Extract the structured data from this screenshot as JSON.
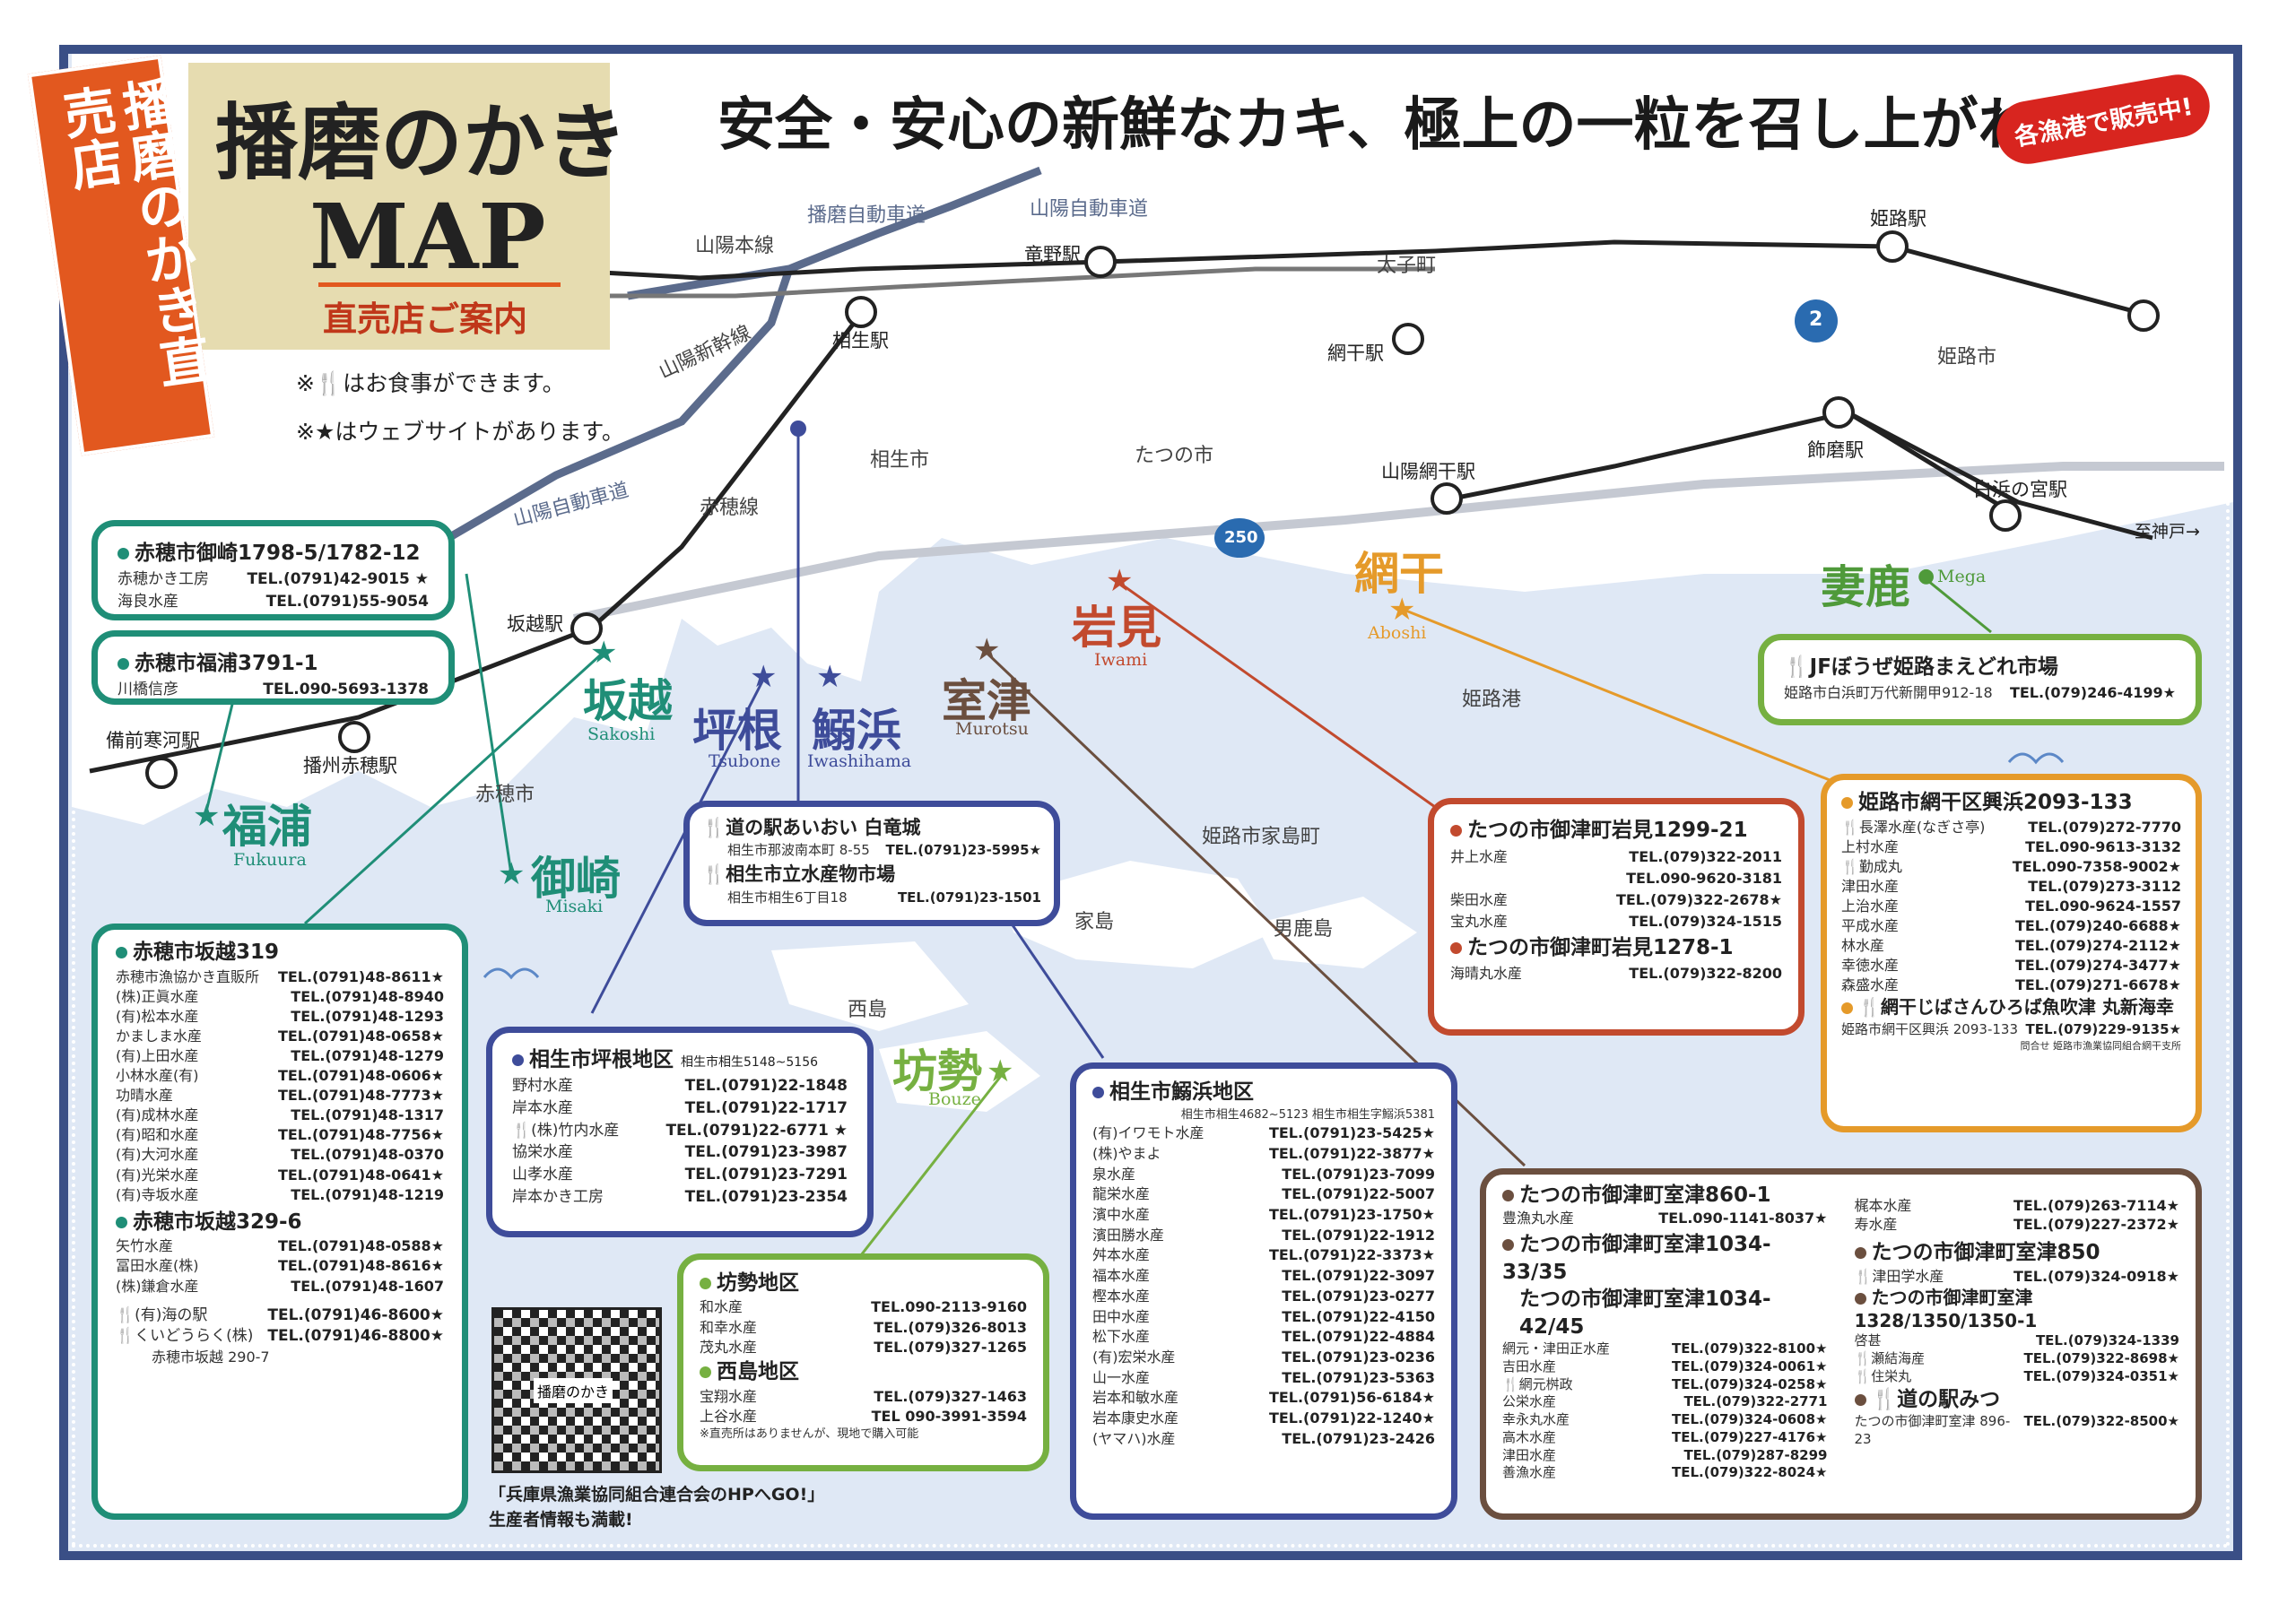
{
  "title": {
    "main": "播磨のかき",
    "map": "MAP",
    "sub": "直売店ご案内",
    "banner": "播磨のかき直売店"
  },
  "headline": "安全・安心の新鮮なカキ、極上の一粒を召し上がれ。",
  "badge": "各漁港で販売中!",
  "notes": [
    "※🍴はお食事ができます。",
    "※★はウェブサイトがあります。"
  ],
  "map_labels": {
    "expressway_top": "播磨自動車道",
    "sanyo_express": "山陽自動車道",
    "sanyo_express_low": "山陽自動車道",
    "sanyo_main": "山陽本線",
    "sanyo_shinkansen": "山陽新幹線",
    "ako_line": "赤穂線",
    "sanyo_aboshi": "山陽網干駅",
    "cities": [
      "相生市",
      "たつの市",
      "太子町",
      "姫路市",
      "赤穂市",
      "姫路市家島町",
      "男鹿島",
      "家島",
      "西島",
      "姫路港"
    ],
    "stations": [
      "竜野駅",
      "相生駅",
      "網干駅",
      "姫路駅",
      "飾磨駅",
      "白浜の宮駅",
      "坂越駅",
      "備前寒河駅",
      "播州赤穂駅"
    ],
    "route_2": "2",
    "route_250": "250",
    "to_kobe": "至神戸→"
  },
  "ports": [
    {
      "jp": "福浦",
      "en": "Fukuura",
      "color": "#1f8e77"
    },
    {
      "jp": "御崎",
      "en": "Misaki",
      "color": "#1f8e77"
    },
    {
      "jp": "坂越",
      "en": "Sakoshi",
      "color": "#1f8e77"
    },
    {
      "jp": "坪根",
      "en": "Tsubone",
      "color": "#3e4c9a"
    },
    {
      "jp": "鰯浜",
      "en": "Iwashihama",
      "color": "#3e4c9a"
    },
    {
      "jp": "室津",
      "en": "Murotsu",
      "color": "#6b4f3f"
    },
    {
      "jp": "岩見",
      "en": "Iwami",
      "color": "#c24a2e"
    },
    {
      "jp": "網干",
      "en": "Aboshi",
      "color": "#e59a2a"
    },
    {
      "jp": "妻鹿",
      "en": "Mega",
      "color": "#4f9a3a"
    },
    {
      "jp": "坊勢",
      "en": "Bouze",
      "color": "#76b041"
    }
  ],
  "boxes": {
    "misaki": {
      "head": "赤穂市御崎1798-5/1782-12",
      "rows": [
        {
          "name": "赤穂かき工房",
          "tel": "TEL.(0791)42-9015 ★"
        },
        {
          "name": "海良水産",
          "tel": "TEL.(0791)55-9054"
        }
      ]
    },
    "fukuura": {
      "head": "赤穂市福浦3791-1",
      "rows": [
        {
          "name": "川橋信彦",
          "tel": "TEL.090-5693-1378"
        }
      ]
    },
    "sakoshi": {
      "head": "赤穂市坂越319",
      "rows": [
        {
          "name": "赤穂市漁協かき直販所",
          "tel": "TEL.(0791)48-8611★"
        },
        {
          "name": "(株)正眞水産",
          "tel": "TEL.(0791)48-8940"
        },
        {
          "name": "(有)松本水産",
          "tel": "TEL.(0791)48-1293"
        },
        {
          "name": "かましま水産",
          "tel": "TEL.(0791)48-0658★"
        },
        {
          "name": "(有)上田水産",
          "tel": "TEL.(0791)48-1279"
        },
        {
          "name": "小林水産(有)",
          "tel": "TEL.(0791)48-0606★"
        },
        {
          "name": "功晴水産",
          "tel": "TEL.(0791)48-7773★"
        },
        {
          "name": "(有)成林水産",
          "tel": "TEL.(0791)48-1317"
        },
        {
          "name": "(有)昭和水産",
          "tel": "TEL.(0791)48-7756★"
        },
        {
          "name": "(有)大河水産",
          "tel": "TEL.(0791)48-0370"
        },
        {
          "name": "(有)光栄水産",
          "tel": "TEL.(0791)48-0641★"
        },
        {
          "name": "(有)寺坂水産",
          "tel": "TEL.(0791)48-1219"
        }
      ],
      "head2": "赤穂市坂越329-6",
      "rows2": [
        {
          "name": "矢竹水産",
          "tel": "TEL.(0791)48-0588★"
        },
        {
          "name": "冨田水産(株)",
          "tel": "TEL.(0791)48-8616★"
        },
        {
          "name": "(株)鎌倉水産",
          "tel": "TEL.(0791)48-1607"
        }
      ],
      "rows3": [
        {
          "name": "🍴(有)海の駅",
          "tel": "TEL.(0791)46-8600★"
        },
        {
          "name": "🍴くいどうらく(株)",
          "tel": "TEL.(0791)46-8800★"
        }
      ],
      "addr3": "赤穂市坂越 290-7"
    },
    "aioi_michi": {
      "rows": [
        {
          "name": "🍴道の駅あいおい 白竜城",
          "addr": "相生市那波南本町 8-55",
          "tel": "TEL.(0791)23-5995★"
        },
        {
          "name": "🍴相生市立水産物市場",
          "addr": "相生市相生6丁目18",
          "tel": "TEL.(0791)23-1501"
        }
      ]
    },
    "tsubone": {
      "head": "相生市坪根地区",
      "note": "相生市相生5148~5156",
      "rows": [
        {
          "name": "野村水産",
          "tel": "TEL.(0791)22-1848"
        },
        {
          "name": "岸本水産",
          "tel": "TEL.(0791)22-1717"
        },
        {
          "name": "🍴(株)竹内水産",
          "tel": "TEL.(0791)22-6771 ★"
        },
        {
          "name": "協栄水産",
          "tel": "TEL.(0791)23-3987"
        },
        {
          "name": "山孝水産",
          "tel": "TEL.(0791)23-7291"
        },
        {
          "name": "岸本かき工房",
          "tel": "TEL.(0791)23-2354"
        }
      ]
    },
    "bouze": {
      "head": "坊勢地区",
      "rows": [
        {
          "name": "和水産",
          "tel": "TEL.090-2113-9160"
        },
        {
          "name": "和幸水産",
          "tel": "TEL.(079)326-8013"
        },
        {
          "name": "茂丸水産",
          "tel": "TEL.(079)327-1265"
        }
      ],
      "head2": "西島地区",
      "rows2": [
        {
          "name": "宝翔水産",
          "tel": "TEL.(079)327-1463"
        },
        {
          "name": "上谷水産",
          "tel": "TEL 090-3991-3594"
        }
      ],
      "note": "※直売所はありませんが、現地で購入可能"
    },
    "iwashihama": {
      "head": "相生市鰯浜地区",
      "note": "相生市相生4682~5123 相生市相生字鰯浜5381",
      "rows": [
        {
          "name": "(有)イワモト水産",
          "tel": "TEL.(0791)23-5425★"
        },
        {
          "name": "(株)やまよ",
          "tel": "TEL.(0791)22-3877★"
        },
        {
          "name": "泉水産",
          "tel": "TEL.(0791)23-7099"
        },
        {
          "name": "龍栄水産",
          "tel": "TEL.(0791)22-5007"
        },
        {
          "name": "濱中水産",
          "tel": "TEL.(0791)23-1750★"
        },
        {
          "name": "濱田勝水産",
          "tel": "TEL.(0791)22-1912"
        },
        {
          "name": "舛本水産",
          "tel": "TEL.(0791)22-3373★"
        },
        {
          "name": "福本水産",
          "tel": "TEL.(0791)22-3097"
        },
        {
          "name": "樫本水産",
          "tel": "TEL.(0791)23-0277"
        },
        {
          "name": "田中水産",
          "tel": "TEL.(0791)22-4150"
        },
        {
          "name": "松下水産",
          "tel": "TEL.(0791)22-4884"
        },
        {
          "name": "(有)宏栄水産",
          "tel": "TEL.(0791)23-0236"
        },
        {
          "name": "山一水産",
          "tel": "TEL.(0791)23-5363"
        },
        {
          "name": "岩本和敏水産",
          "tel": "TEL.(0791)56-6184★"
        },
        {
          "name": "岩本康史水産",
          "tel": "TEL.(0791)22-1240★"
        },
        {
          "name": "(ヤマハ)水産",
          "tel": "TEL.(0791)23-2426"
        }
      ]
    },
    "iwami": {
      "head": "たつの市御津町岩見1299-21",
      "rows": [
        {
          "name": "井上水産",
          "tel": "TEL.(079)322-2011"
        },
        {
          "name": "",
          "tel": "TEL.090-9620-3181"
        },
        {
          "name": "柴田水産",
          "tel": "TEL.(079)322-2678★"
        },
        {
          "name": "宝丸水産",
          "tel": "TEL.(079)324-1515"
        }
      ],
      "head2": "たつの市御津町岩見1278-1",
      "rows2": [
        {
          "name": "海晴丸水産",
          "tel": "TEL.(079)322-8200"
        }
      ]
    },
    "aboshi": {
      "head": "姫路市網干区興浜2093-133",
      "rows": [
        {
          "name": "🍴長澤水産(なぎさ亭)",
          "tel": "TEL.(079)272-7770"
        },
        {
          "name": "上村水産",
          "tel": "TEL.090-9613-3132"
        },
        {
          "name": "🍴勤成丸",
          "tel": "TEL.090-7358-9002★"
        },
        {
          "name": "津田水産",
          "tel": "TEL.(079)273-3112"
        },
        {
          "name": "上治水産",
          "tel": "TEL.090-9624-1557"
        },
        {
          "name": "平成水産",
          "tel": "TEL.(079)240-6688★"
        },
        {
          "name": "林水産",
          "tel": "TEL.(079)274-2112★"
        },
        {
          "name": "幸徳水産",
          "tel": "TEL.(079)274-3477★"
        },
        {
          "name": "森盛水産",
          "tel": "TEL.(079)271-6678★"
        }
      ],
      "head2": "🍴網干じばさんひろば魚吹津 丸新海幸",
      "rows2": [
        {
          "name": "姫路市網干区興浜 2093-133",
          "tel": "TEL.(079)229-9135★"
        }
      ],
      "note2": "問合せ 姫路市漁業協同組合網干支所"
    },
    "mega": {
      "head": "🍴JFぼうぜ姫路まえどれ市場",
      "rows": [
        {
          "name": "姫路市白浜町万代新開甲912-18",
          "tel": "TEL.(079)246-4199★"
        }
      ]
    },
    "murotsu": {
      "head": "たつの市御津町室津860-1",
      "rows": [
        {
          "name": "豊漁丸水産",
          "tel": "TEL.090-1141-8037★"
        }
      ],
      "rows_r": [
        {
          "name": "梶本水産",
          "tel": "TEL.(079)263-7114★"
        },
        {
          "name": "寿水産",
          "tel": "TEL.(079)227-2372★"
        }
      ],
      "head2a": "たつの市御津町室津1034-33/35",
      "head2b": "たつの市御津町室津1034-42/45",
      "rows2": [
        {
          "name": "網元・津田正水産",
          "tel": "TEL.(079)322-8100★"
        },
        {
          "name": "吉田水産",
          "tel": "TEL.(079)324-0061★"
        },
        {
          "name": "🍴網元桝政",
          "tel": "TEL.(079)324-0258★"
        },
        {
          "name": "公栄水産",
          "tel": "TEL.(079)322-2771"
        },
        {
          "name": "幸永丸水産",
          "tel": "TEL.(079)324-0608★"
        },
        {
          "name": "高木水産",
          "tel": "TEL.(079)227-4176★"
        },
        {
          "name": "津田水産",
          "tel": "TEL.(079)287-8299"
        },
        {
          "name": "善漁水産",
          "tel": "TEL.(079)322-8024★"
        }
      ],
      "head3": "たつの市御津町室津850",
      "rows3": [
        {
          "name": "🍴津田学水産",
          "tel": "TEL.(079)324-0918★"
        }
      ],
      "head4": "たつの市御津町室津1328/1350/1350-1",
      "rows4": [
        {
          "name": "啓甚",
          "tel": "TEL.(079)324-1339"
        },
        {
          "name": "🍴瀬結海産",
          "tel": "TEL.(079)322-8698★"
        },
        {
          "name": "🍴住栄丸",
          "tel": "TEL.(079)324-0351★"
        }
      ],
      "head5": "🍴道の駅みつ",
      "rows5": [
        {
          "name": "たつの市御津町室津 896-23",
          "tel": "TEL.(079)322-8500★"
        }
      ]
    }
  },
  "qr": {
    "label": "播磨のかき",
    "caption1": "「兵庫県漁業協同組合連合会のHPへGO!」",
    "caption2": "生産者情報も満載!"
  },
  "colors": {
    "frame": "#3a4f86",
    "teal": "#1f8e77",
    "navy": "#3e4c9a",
    "red": "#c24a2e",
    "orange": "#e59a2a",
    "green": "#76b041",
    "brown": "#6b4f3f",
    "banner": "#e2581f",
    "title_bg": "#e6dcb0"
  }
}
